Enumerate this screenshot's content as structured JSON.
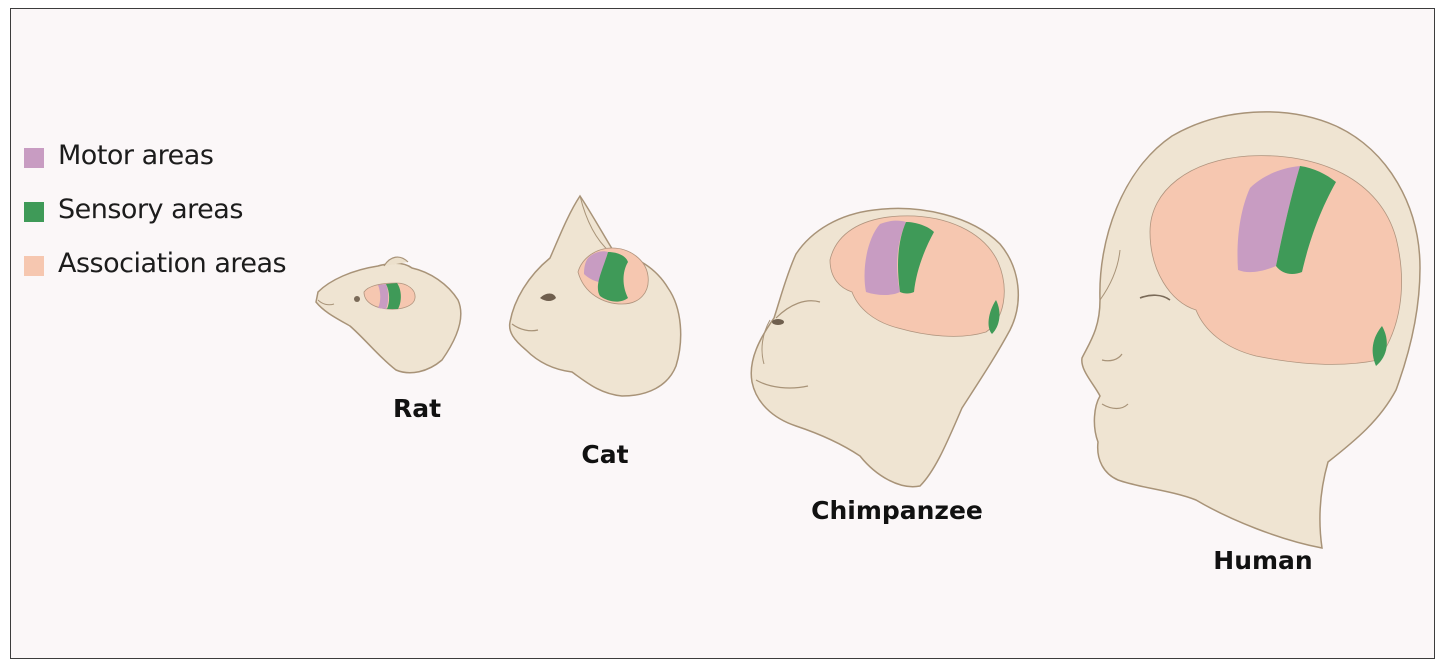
{
  "legend": {
    "items": [
      {
        "label": "Motor areas",
        "color": "#c89cc2"
      },
      {
        "label": "Sensory areas",
        "color": "#3f9a58"
      },
      {
        "label": "Association areas",
        "color": "#f6c7b0"
      }
    ]
  },
  "animals": [
    {
      "key": "rat",
      "label": "Rat"
    },
    {
      "key": "cat",
      "label": "Cat"
    },
    {
      "key": "chimp",
      "label": "Chimpanzee"
    },
    {
      "key": "human",
      "label": "Human"
    }
  ],
  "colors": {
    "background": "#fbf7f8",
    "skin": "#efe4d2",
    "outline": "#a89378",
    "motor": "#c89cc2",
    "sensory": "#3f9a58",
    "association": "#f6c7b0"
  }
}
